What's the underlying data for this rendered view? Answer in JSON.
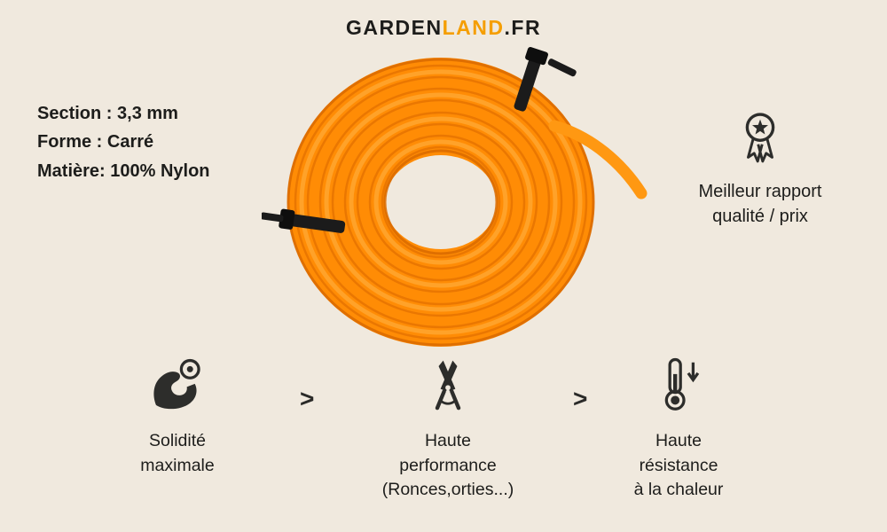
{
  "logo": {
    "garden": "GARDEN",
    "land": "LAND",
    "fr": ".FR"
  },
  "specs": {
    "line1": "Section : 3,3 mm",
    "line2": "Forme : Carré",
    "line3": "Matière: 100% Nylon"
  },
  "award": {
    "label": "Meilleur rapport\nqualité / prix"
  },
  "features": [
    {
      "icon": "muscle-gauge-icon",
      "label": "Solidité\nmaximale"
    },
    {
      "icon": "pruning-shears-icon",
      "label": "Haute\nperformance\n(Ronces,orties...)"
    },
    {
      "icon": "thermometer-icon",
      "label": "Haute\nrésistance\nà la chaleur"
    }
  ],
  "separator": {
    "chevron": ">"
  },
  "product": {
    "description": "Orange square nylon trimmer line coil with black cable ties"
  },
  "colors": {
    "background": "#f0e9de",
    "brand_orange": "#f59e00",
    "wire_orange": "#ff8c05",
    "text_dark": "#1d1d1b"
  }
}
